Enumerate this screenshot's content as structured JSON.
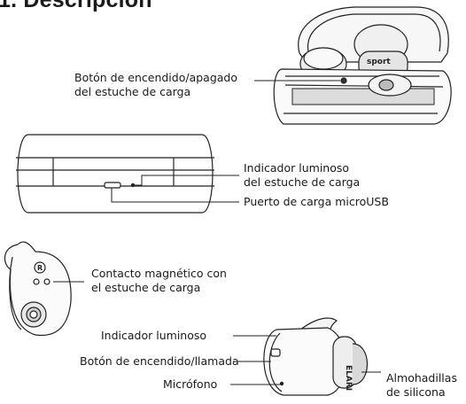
{
  "title": "1. Descripción",
  "labels": {
    "power_button_case": [
      "Botón de encendido/apagado",
      "del estuche de carga"
    ],
    "case_indicator": [
      "Indicador luminoso",
      "del estuche de carga"
    ],
    "usb_port": "Puerto de carga microUSB",
    "magnetic_contact": [
      "Contacto magnético con",
      "el estuche de carga"
    ],
    "bud_indicator": "Indicador luminoso",
    "bud_button": "Botón de encendido/llamada",
    "microphone": "Micrófono",
    "ear_tips": [
      "Almohadillas",
      "de silicona"
    ]
  },
  "brand_marks": {
    "sport": "sport",
    "elari": "ELARI",
    "r_mark": "R"
  }
}
